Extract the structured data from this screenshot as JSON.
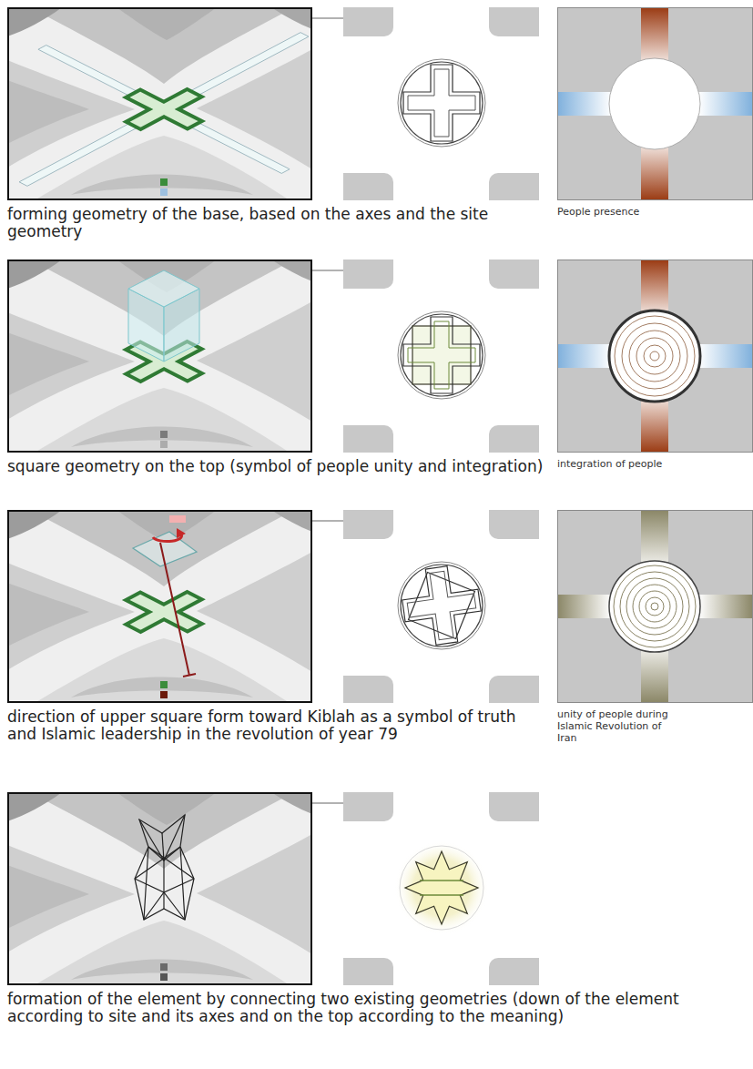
{
  "diagram": {
    "nodes": [
      {
        "text": [
          "forming geometry of the base, based on the axes and the site geometry"
        ]
      },
      {
        "text": [
          "People presence"
        ]
      },
      {
        "text": [
          "square geometry on the top (symbol of people unity and integration)"
        ]
      },
      {
        "text": [
          "integration of people"
        ]
      },
      {
        "text": [
          "direction of upper square form toward Kiblah as a symbol of truth and Islamic leadership in the revolution of year 79"
        ]
      },
      {
        "text": [
          "unity of people during Islamic Revolution of Iran"
        ]
      },
      {
        "text": [
          "formation of the element by connecting two existing geometries (down of the element according to site and its axes and on the top according to the meaning)"
        ]
      }
    ]
  }
}
